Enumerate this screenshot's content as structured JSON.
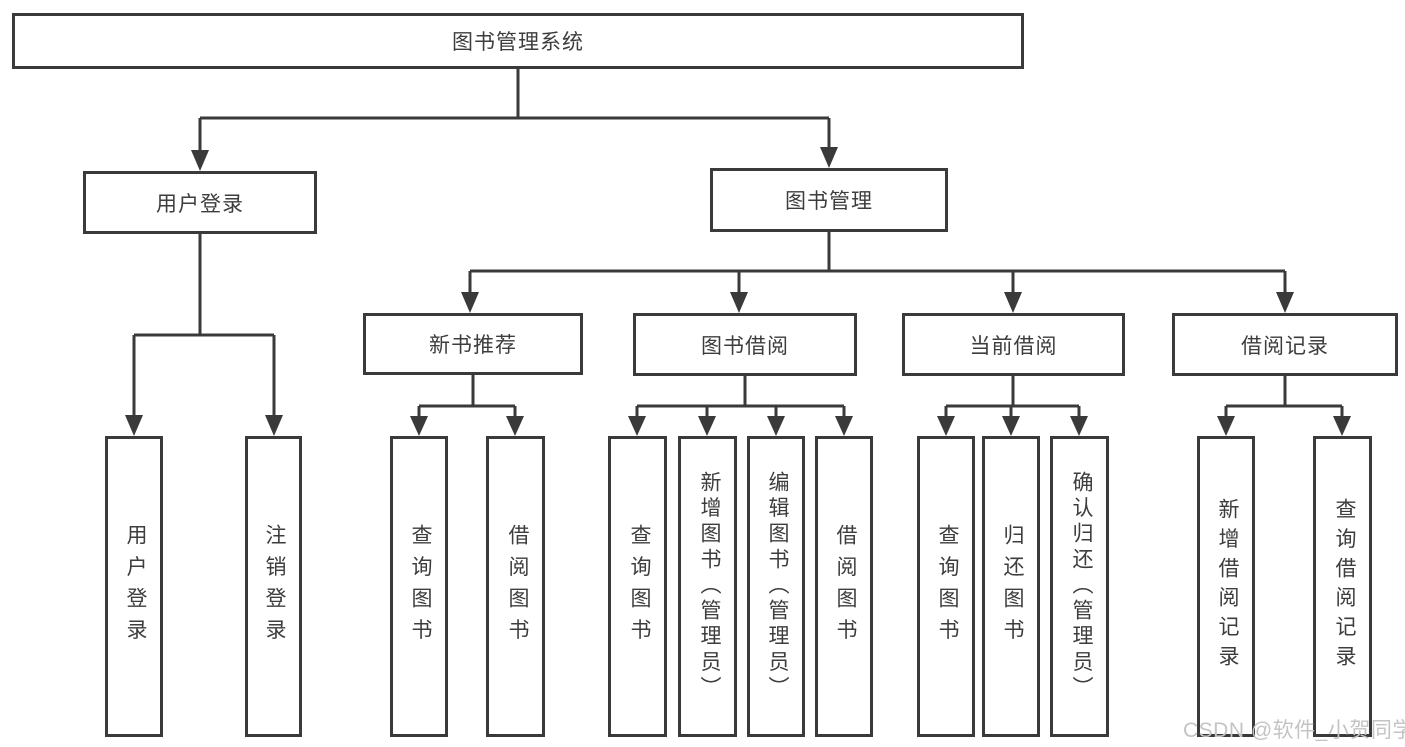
{
  "diagram": {
    "root": "图书管理系统",
    "user_login": {
      "label": "用户登录",
      "children": [
        "用户登录",
        "注销登录"
      ]
    },
    "book_management": {
      "label": "图书管理",
      "sections": [
        {
          "label": "新书推荐",
          "children": [
            "查询图书",
            "借阅图书"
          ]
        },
        {
          "label": "图书借阅",
          "children": [
            "查询图书",
            "新增图书（管理员）",
            "编辑图书（管理员）",
            "借阅图书"
          ]
        },
        {
          "label": "当前借阅",
          "children": [
            "查询图书",
            "归还图书",
            "确认归还（管理员）"
          ]
        },
        {
          "label": "借阅记录",
          "children": [
            "新增借阅记录",
            "查询借阅记录"
          ]
        }
      ]
    },
    "watermark": "CSDN @软件_小贺同学",
    "colors": {
      "line": "#3a3a3a",
      "box_border": "#3a3a3a",
      "text": "#3d3d3d",
      "watermark": "#c4c4c4",
      "background": "#ffffff"
    }
  }
}
